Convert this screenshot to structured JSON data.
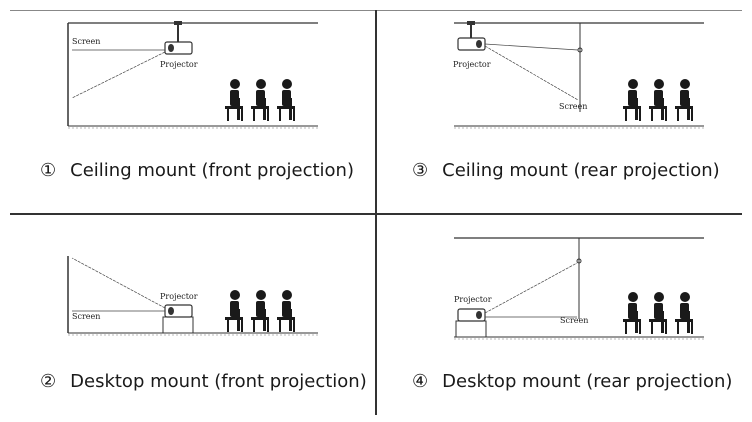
{
  "labels": {
    "screen": "Screen",
    "projector": "Projector"
  },
  "panels": [
    {
      "number": "①",
      "caption": "Ceiling mount (front projection)"
    },
    {
      "number": "③",
      "caption": "Ceiling mount (rear projection)"
    },
    {
      "number": "②",
      "caption": "Desktop mount (front projection)"
    },
    {
      "number": "④",
      "caption": "Desktop mount (rear projection)"
    }
  ],
  "colors": {
    "line": "#333333",
    "ink": "#1a1a1a"
  }
}
